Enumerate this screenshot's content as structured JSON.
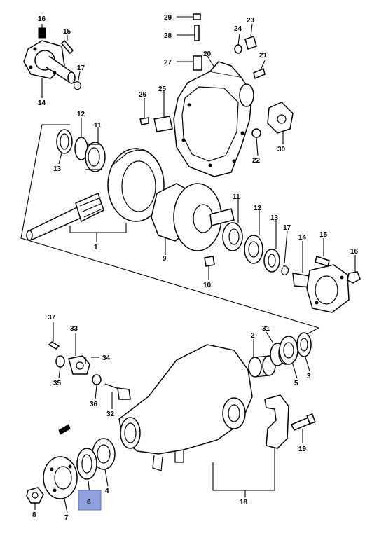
{
  "labels": [
    "1",
    "2",
    "3",
    "4",
    "5",
    "6",
    "7",
    "8",
    "9",
    "10",
    "11",
    "12",
    "13",
    "14",
    "15",
    "16",
    "17",
    "18",
    "19",
    "20",
    "21",
    "22",
    "23",
    "24",
    "25",
    "26",
    "27",
    "28",
    "29",
    "30",
    "31",
    "32",
    "33",
    "34",
    "35",
    "36",
    "37",
    "11",
    "12",
    "13",
    "14",
    "15",
    "16",
    "17"
  ],
  "highlight": {
    "label": "6",
    "color": "#8fa2de"
  }
}
